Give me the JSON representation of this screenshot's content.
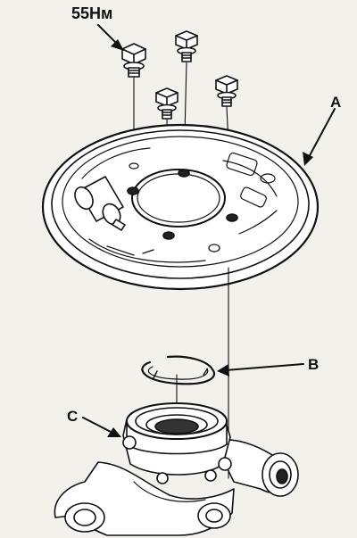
{
  "labels": {
    "torque": "55Нм",
    "a": "A",
    "b": "B",
    "c": "C"
  }
}
